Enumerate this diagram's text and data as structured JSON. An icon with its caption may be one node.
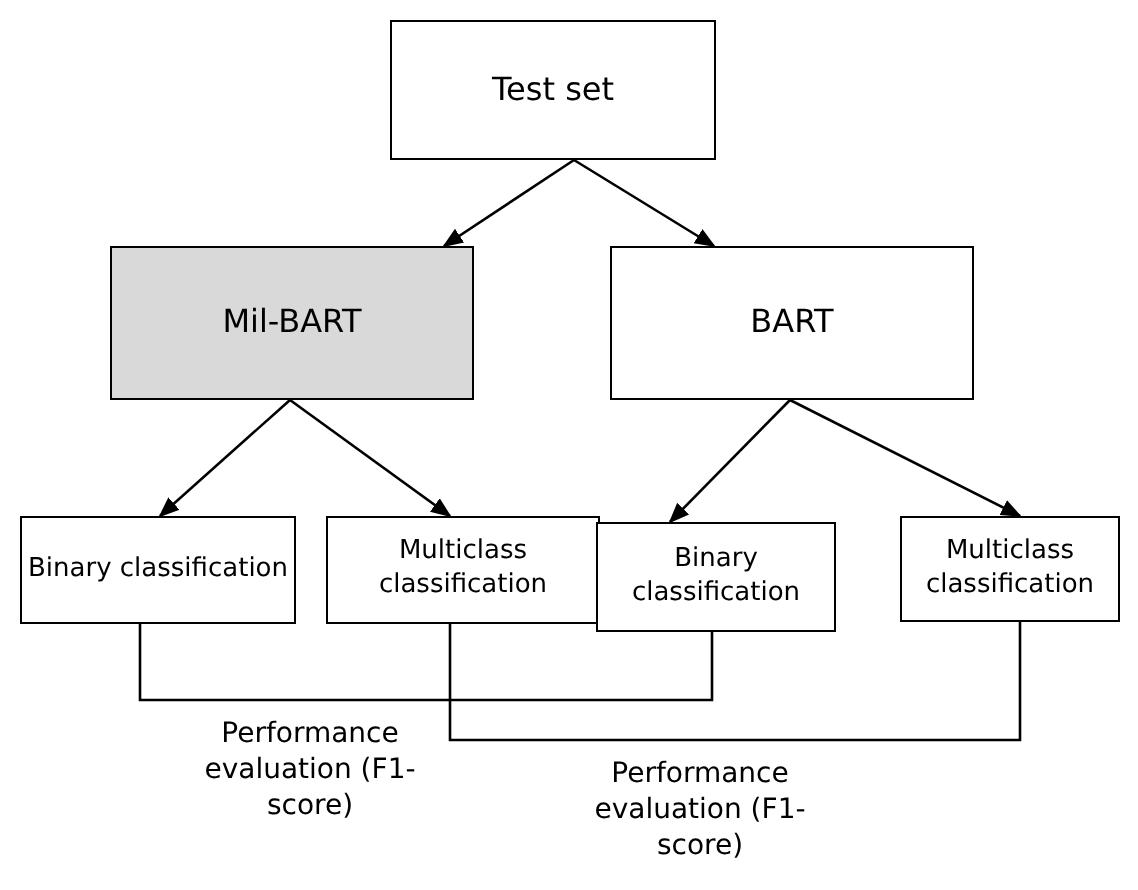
{
  "diagram": {
    "nodes": [
      {
        "text": [
          "Test set"
        ]
      },
      {
        "text": [
          "Mil-BART"
        ]
      },
      {
        "text": [
          "BART"
        ]
      },
      {
        "text": [
          "Binary classification"
        ]
      },
      {
        "text": [
          "Multiclass classification"
        ]
      },
      {
        "text": [
          "Binary classification"
        ]
      },
      {
        "text": [
          "Multiclass classification"
        ]
      }
    ],
    "edges": [
      {
        "from": 0,
        "to": 1,
        "arrow": "to"
      },
      {
        "from": 0,
        "to": 2,
        "arrow": "to"
      },
      {
        "from": 1,
        "to": 3,
        "arrow": "to"
      },
      {
        "from": 1,
        "to": 4,
        "arrow": "to"
      },
      {
        "from": 2,
        "to": 5,
        "arrow": "to"
      },
      {
        "from": 2,
        "to": 6,
        "arrow": "to"
      },
      {
        "from": 3,
        "to": 5,
        "arrow": "none",
        "label": "Performance evaluation (F1-score)"
      },
      {
        "from": 4,
        "to": 6,
        "arrow": "none",
        "label": "Performance evaluation (F1-score)"
      }
    ]
  }
}
